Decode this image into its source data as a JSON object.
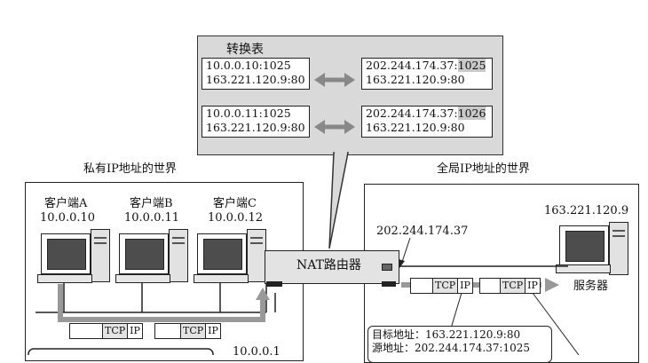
{
  "table": {
    "title": "转换表",
    "rows": [
      {
        "private_line1": "10.0.0.10:1025",
        "private_line2": "163.221.120.9:80",
        "global_line1": "202.244.174.37:1025",
        "global_line2": "163.221.120.9:80"
      },
      {
        "private_line1": "10.0.0.11:1025",
        "private_line2": "163.221.120.9:80",
        "global_line1": "202.244.174.37:1026",
        "global_line2": "163.221.120.9:80"
      }
    ]
  },
  "private_world": {
    "title": "私有IP地址的世界",
    "clients": [
      {
        "name": "客户端A",
        "ip": "10.0.0.10"
      },
      {
        "name": "客户端B",
        "ip": "10.0.0.11"
      },
      {
        "name": "客户端C",
        "ip": "10.0.0.12"
      }
    ],
    "router_inner_ip": "10.0.0.1"
  },
  "global_world": {
    "title": "全局IP地址的世界",
    "router_outer_ip": "202.244.174.37",
    "server_ip": "163.221.120.9",
    "server_label": "服务器",
    "dest_line": "目标地址：163.221.120.9:80",
    "src_line": "源地址：202.244.174.37:1025"
  },
  "router": {
    "label": "NAT路由器"
  },
  "packet": {
    "tcp": "TCP",
    "ip": "IP"
  }
}
